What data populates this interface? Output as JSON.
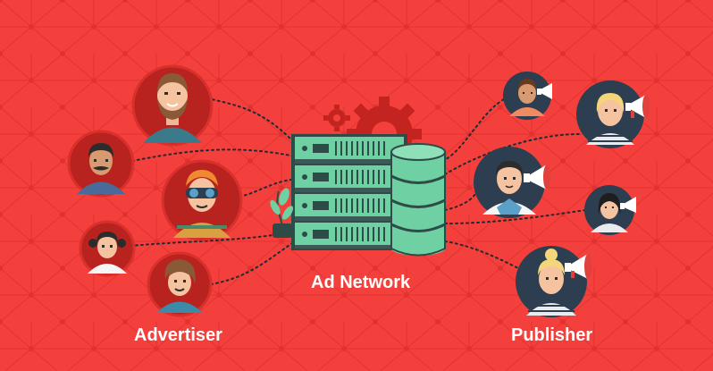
{
  "labels": {
    "advertiser": "Advertiser",
    "ad_network": "Ad Network",
    "publisher": "Publisher"
  },
  "colors": {
    "background": "#f4403c",
    "pattern": "#e2322f",
    "advertiser_ring": "#d9302c",
    "advertiser_fill": "#b8221f",
    "publisher_fill": "#2c3e50",
    "server_panel": "#6fd1a3",
    "server_frame": "#3a5a55",
    "gear": "#c42420",
    "dots": "#1e2b33",
    "label_text": "#ffffff"
  },
  "icons": {
    "network": "server-rack-icon",
    "database": "database-cylinder-icon",
    "settings": "gear-icon",
    "plant": "potted-plant-icon",
    "megaphone": "megaphone-icon"
  },
  "advertisers": [
    {
      "avatar": "bearded-man-avatar"
    },
    {
      "avatar": "mustache-man-avatar"
    },
    {
      "avatar": "goggles-man-avatar"
    },
    {
      "avatar": "woman-pigtails-avatar"
    },
    {
      "avatar": "woman-avatar"
    }
  ],
  "publishers": [
    {
      "avatar": "man-avatar",
      "megaphone": true
    },
    {
      "avatar": "blonde-woman-avatar",
      "megaphone": true
    },
    {
      "avatar": "man-shirt-avatar",
      "megaphone": true
    },
    {
      "avatar": "dark-hair-woman-avatar",
      "megaphone": true
    },
    {
      "avatar": "bun-hair-woman-avatar",
      "megaphone": true
    }
  ]
}
